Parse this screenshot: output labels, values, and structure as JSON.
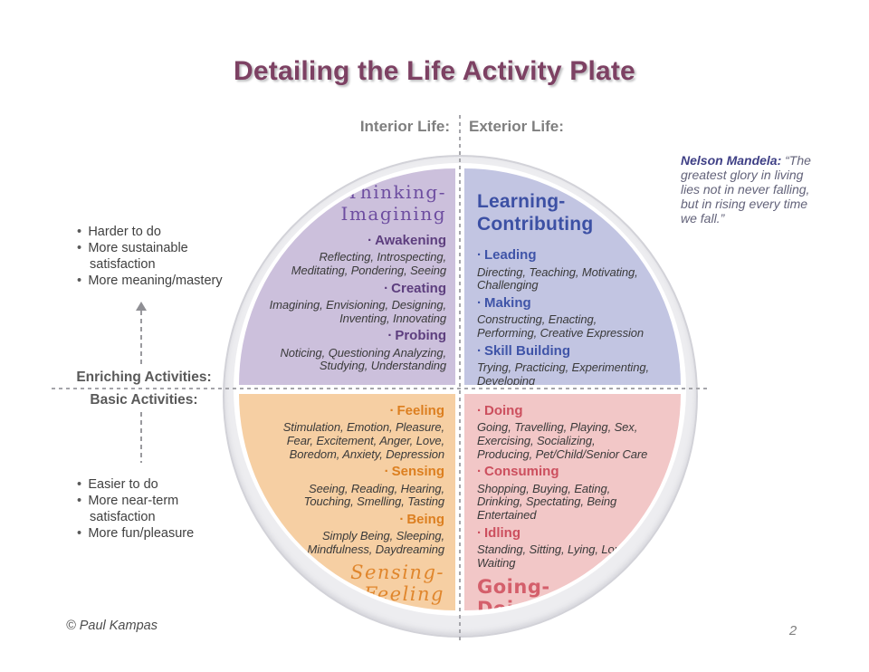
{
  "page": {
    "title": "Detailing the Life Activity Plate",
    "copyright": "© Paul Kampas",
    "page_number": "2"
  },
  "axis_labels": {
    "interior": "Interior Life:",
    "exterior": "Exterior Life:"
  },
  "left_panel": {
    "enriching_bullets": [
      "Harder to do",
      "More sustainable satisfaction",
      "More meaning/mastery"
    ],
    "enriching_label": "Enriching Activities:",
    "basic_label": "Basic Activities:",
    "basic_bullets": [
      "Easier to do",
      "More near-term satisfaction",
      "More fun/pleasure"
    ]
  },
  "quote": {
    "attribution": "Nelson Mandela:",
    "text": "“The greatest glory in living lies not in never falling, but in rising every time we fall.”"
  },
  "quadrants": [
    {
      "name": "thinking-imagining",
      "title_lines": [
        "Thinking-",
        "Imagining"
      ],
      "items": [
        {
          "heading": "Awakening",
          "examples": "Reflecting, Introspecting, Meditating, Pondering, Seeing"
        },
        {
          "heading": "Creating",
          "examples": "Imagining, Envisioning, Designing, Inventing, Innovating"
        },
        {
          "heading": "Probing",
          "examples": "Noticing, Questioning Analyzing, Studying, Understanding"
        }
      ],
      "colors": {
        "bg": "#ccc0dc",
        "title": "#6d4da0",
        "heading": "#5d3e7e"
      }
    },
    {
      "name": "learning-contributing",
      "title_lines": [
        "Learning-",
        "Contributing"
      ],
      "items": [
        {
          "heading": "Leading",
          "examples": "Directing, Teaching, Motivating, Challenging"
        },
        {
          "heading": "Making",
          "examples": "Constructing, Enacting, Performing, Creative Expression"
        },
        {
          "heading": "Skill Building",
          "examples": "Trying, Practicing, Experimenting, Developing"
        }
      ],
      "colors": {
        "bg": "#c2c5e2",
        "title": "#3c50a4",
        "heading": "#3f54a8"
      }
    },
    {
      "name": "sensing-feeling",
      "title_lines": [
        "Sensing-",
        "Feeling"
      ],
      "items": [
        {
          "heading": "Feeling",
          "examples": "Stimulation, Emotion, Pleasure, Fear, Excitement, Anger, Love, Boredom, Anxiety, Depression"
        },
        {
          "heading": "Sensing",
          "examples": "Seeing, Reading, Hearing, Touching, Smelling, Tasting"
        },
        {
          "heading": "Being",
          "examples": "Simply Being, Sleeping, Mindfulness, Daydreaming"
        }
      ],
      "colors": {
        "bg": "#f6cfa3",
        "title": "#e0862c",
        "heading": "#dc7f20"
      }
    },
    {
      "name": "going-doing",
      "title_lines": [
        "Going-",
        "Doing"
      ],
      "items": [
        {
          "heading": "Doing",
          "examples": "Going, Travelling, Playing, Sex, Exercising, Socializing, Producing, Pet/Child/Senior Care"
        },
        {
          "heading": "Consuming",
          "examples": "Shopping, Buying, Eating, Drinking, Spectating, Being Entertained"
        },
        {
          "heading": "Idling",
          "examples": "Standing, Sitting, Lying, Lounging, Waiting"
        }
      ],
      "colors": {
        "bg": "#f2c7c7",
        "title": "#d45f6b",
        "heading": "#cc4f5e"
      }
    }
  ],
  "colors": {
    "page_title": "#7d4163",
    "axis_labels": "#7f7f7f",
    "dashed_lines": "#a5a5aa",
    "plate_rim": "#ededf0",
    "quote_attribution": "#3e3f85",
    "quote_text": "#63637a"
  }
}
